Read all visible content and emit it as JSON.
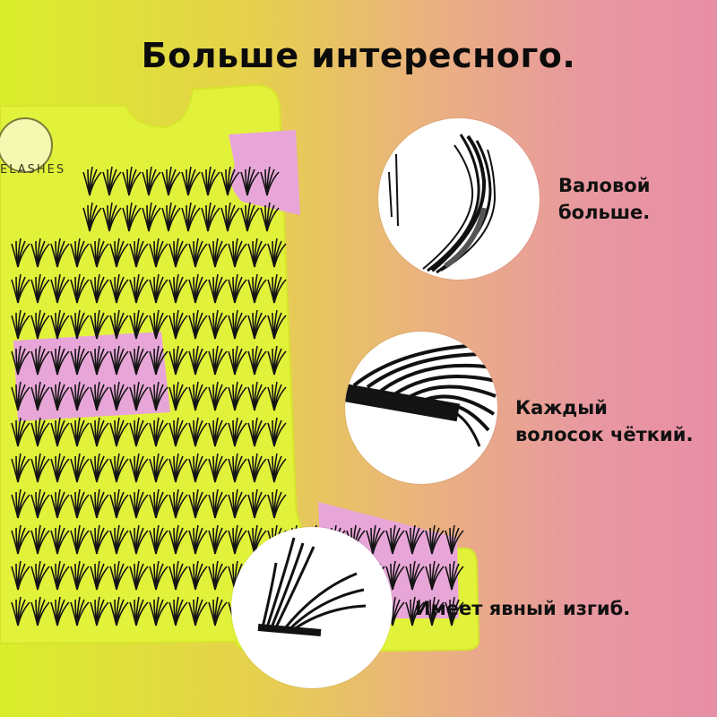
{
  "headline": "Больше интересного.",
  "brand_text": "ELASHES",
  "features": [
    {
      "caption_line1": "Валовой",
      "caption_line2": "больше.",
      "icon": "lash-cluster-closeup"
    },
    {
      "caption_line1": "Каждый",
      "caption_line2": "волосок чёткий.",
      "icon": "lash-strip-closeup"
    },
    {
      "caption_line1": "Имеет явный изгиб.",
      "caption_line2": "",
      "icon": "lash-curl-closeup"
    }
  ],
  "colors": {
    "tray": "#e2f23a",
    "tray_pink": "#e8a6d8",
    "lash": "#141414",
    "background_left": "#d9ee2a",
    "background_right": "#e88ea6"
  }
}
